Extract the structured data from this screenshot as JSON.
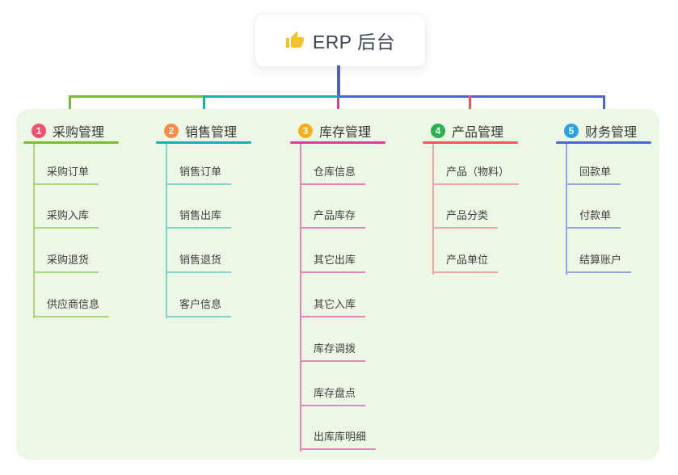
{
  "root": {
    "title": "ERP 后台",
    "icon": "thumbs-up-icon"
  },
  "colors": {
    "container_bg": "#ecf7e5",
    "center_line": "#4f5fc4",
    "root_text": "#3d4453",
    "branch_text": "#373737",
    "child_text": "#3f3f3f"
  },
  "branches": [
    {
      "number": "1",
      "label": "采购管理",
      "badge_color": "#f4516c",
      "line_color": "#7cb93f",
      "child_line_color": "#a9d77c",
      "children": [
        "采购订单",
        "采购入库",
        "采购退货",
        "供应商信息"
      ]
    },
    {
      "number": "2",
      "label": "销售管理",
      "badge_color": "#fb8c47",
      "line_color": "#17b3ab",
      "child_line_color": "#7fd4cd",
      "children": [
        "销售订单",
        "销售出库",
        "销售退货",
        "客户信息"
      ]
    },
    {
      "number": "3",
      "label": "库存管理",
      "badge_color": "#fbad18",
      "line_color": "#da3d94",
      "child_line_color": "#f080bb",
      "children": [
        "仓库信息",
        "产品库存",
        "其它出库",
        "其它入库",
        "库存调拨",
        "库存盘点",
        "出库库明细"
      ]
    },
    {
      "number": "4",
      "label": "产品管理",
      "badge_color": "#2bb24d",
      "line_color": "#f2555a",
      "child_line_color": "#f7a3a0",
      "children": [
        "产品（物料）",
        "产品分类",
        "产品单位"
      ]
    },
    {
      "number": "5",
      "label": "财务管理",
      "badge_color": "#29a3e0",
      "line_color": "#4a67c9",
      "child_line_color": "#94a6e3",
      "children": [
        "回款单",
        "付款单",
        "结算账户"
      ]
    }
  ]
}
